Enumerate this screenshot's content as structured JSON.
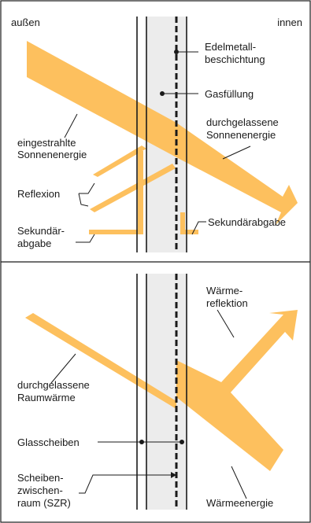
{
  "header": {
    "outside": "außen",
    "inside": "innen"
  },
  "top_panel": {
    "coating": [
      "Edelmetall-",
      "beschichtung"
    ],
    "gas_fill": "Gasfüllung",
    "incoming_solar": [
      "eingestrahlte",
      "Sonnenenergie"
    ],
    "transmitted_solar": [
      "durchgelassene",
      "Sonnenenergie"
    ],
    "reflection": "Reflexion",
    "secondary_release_outer": [
      "Sekundär-",
      "abgabe"
    ],
    "secondary_release_inner": "Sekundärabgabe"
  },
  "bottom_panel": {
    "heat_reflection": [
      "Wärme-",
      "reflektion"
    ],
    "transmitted_room_heat": [
      "durchgelassene",
      "Raumwärme"
    ],
    "glass_panes": "Glasscheiben",
    "cavity": [
      "Scheiben-",
      "zwischen-",
      "raum (SZR)"
    ],
    "heat_energy": "Wärmeenergie"
  },
  "colors": {
    "arrow": "#FDC05E",
    "cavity": "#ECECEC",
    "line": "#1a1a1a"
  }
}
